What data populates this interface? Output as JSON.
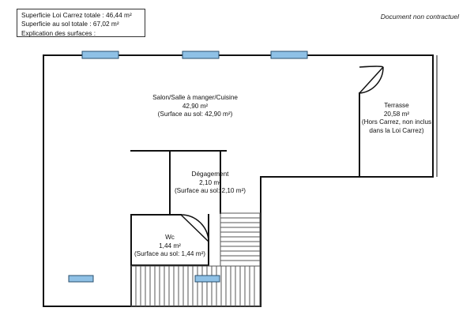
{
  "info": {
    "line1": "Superficie Loi Carrez totale : 46,44 m²",
    "line2": "Superficie au sol totale : 67,02 m²",
    "line3": "Explication des surfaces :"
  },
  "note": "Document non contractuel",
  "rooms": {
    "salon": {
      "name": "Salon/Salle à manger/Cuisine",
      "area": "42,90 m²",
      "floor": "(Surface au sol: 42,90 m²)"
    },
    "terrasse": {
      "name": "Terrasse",
      "area": "20,58 m²",
      "note1": "(Hors Carrez, non inclus",
      "note2": "dans la Loi Carrez)"
    },
    "degagement": {
      "name": "Dégagement",
      "area": "2,10 m²",
      "floor": "(Surface au sol: 2,10 m²)"
    },
    "wc": {
      "name": "Wc",
      "area": "1,44 m²",
      "floor": "(Surface au sol: 1,44 m²)"
    }
  },
  "colors": {
    "wall": "#111111",
    "window": "#8fc1e6",
    "window_border": "#2a4f6e",
    "stairs": "#555555"
  }
}
